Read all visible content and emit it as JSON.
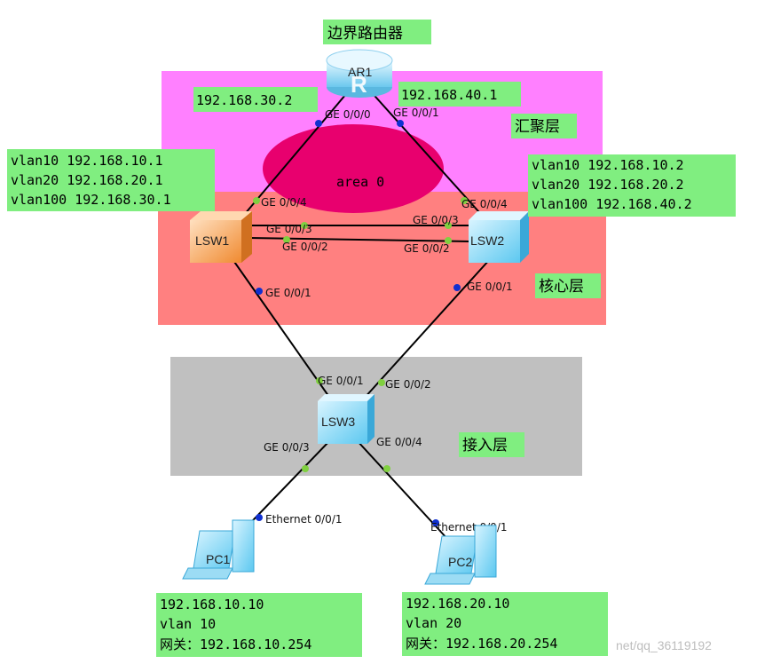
{
  "title": "边界路由器",
  "layers": {
    "aggregation": "汇聚层",
    "core": "核心层",
    "access": "接入层"
  },
  "area": "area 0",
  "devices": {
    "ar1": "AR1",
    "lsw1": "LSW1",
    "lsw2": "LSW2",
    "lsw3": "LSW3",
    "pc1": "PC1",
    "pc2": "PC2"
  },
  "ip_boxes": {
    "ar1_left": "192.168.30.2",
    "ar1_right": "192.168.40.1",
    "lsw1": [
      "vlan10 192.168.10.1",
      "vlan20 192.168.20.1",
      "vlan100 192.168.30.1"
    ],
    "lsw2": [
      "vlan10 192.168.10.2",
      "vlan20 192.168.20.2",
      "vlan100 192.168.40.2"
    ],
    "pc1": [
      "192.168.10.10",
      "vlan 10",
      "网关：192.168.10.254"
    ],
    "pc2": [
      "192.168.20.10",
      "vlan 20",
      "网关：192.168.20.254"
    ]
  },
  "ports": {
    "ar1_ge000": "GE 0/0/0",
    "ar1_ge001": "GE 0/0/1",
    "lsw1_ge004": "GE 0/0/4",
    "lsw1_ge003": "GE 0/0/3",
    "lsw1_ge002": "GE 0/0/2",
    "lsw1_ge001": "GE 0/0/1",
    "lsw2_ge004": "GE 0/0/4",
    "lsw2_ge003": "GE 0/0/3",
    "lsw2_ge002": "GE 0/0/2",
    "lsw2_ge001": "GE 0/0/1",
    "lsw3_ge001": "GE 0/0/1",
    "lsw3_ge002": "GE 0/0/2",
    "lsw3_ge003": "GE 0/0/3",
    "lsw3_ge004": "GE 0/0/4",
    "pc1_eth": "Ethernet 0/0/1",
    "pc2_eth": "Ethernet 0/0/1"
  },
  "watermark": "net/qq_36119192",
  "colors": {
    "aggregation": "#ff80ff",
    "core": "#ff8080",
    "access": "#c0c0c0",
    "area": "#e8006e",
    "label_box": "#80ee80",
    "port_up": "#80d040",
    "port_dn": "#1030d0"
  }
}
